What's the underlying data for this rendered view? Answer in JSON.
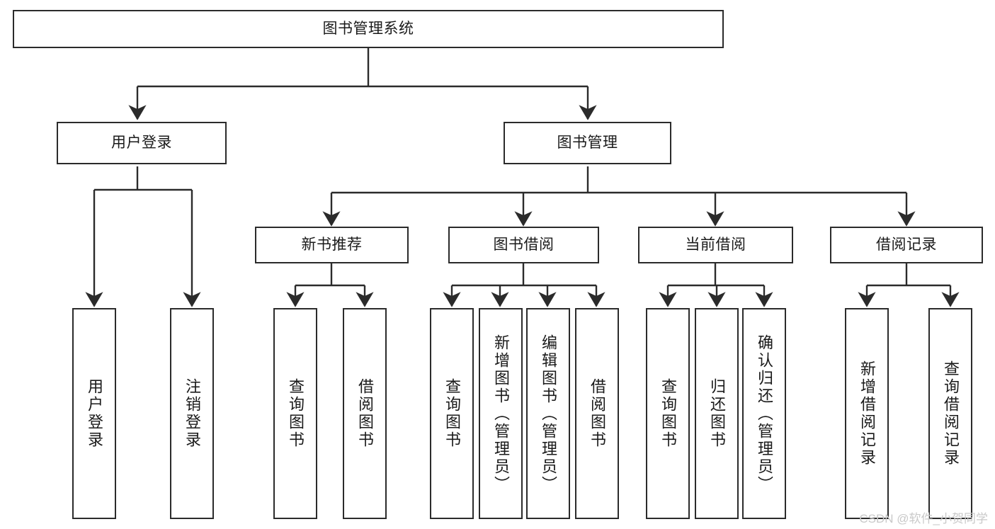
{
  "diagram": {
    "title": "图书管理系统",
    "type": "hierarchy-tree",
    "colors": {
      "box_border": "#2b2b2b",
      "box_fill": "#ffffff",
      "connector": "#2b2b2b",
      "text": "#1a1a1a",
      "watermark": "#c9c9c9"
    },
    "levels": {
      "root": {
        "label": "图书管理系统"
      },
      "level2": [
        {
          "id": "user-login",
          "label": "用户登录"
        },
        {
          "id": "book-management",
          "label": "图书管理"
        }
      ],
      "level3": [
        {
          "id": "new-book-recommend",
          "label": "新书推荐"
        },
        {
          "id": "book-borrow",
          "label": "图书借阅"
        },
        {
          "id": "current-borrow",
          "label": "当前借阅"
        },
        {
          "id": "borrow-record",
          "label": "借阅记录"
        }
      ],
      "leaves": {
        "user_login": [
          {
            "id": "leaf-user-login",
            "label": "用户登录"
          },
          {
            "id": "leaf-logout-login",
            "label": "注销登录"
          }
        ],
        "new_book_recommend": [
          {
            "id": "leaf-query-book-1",
            "label": "查询图书"
          },
          {
            "id": "leaf-borrow-book-1",
            "label": "借阅图书"
          }
        ],
        "book_borrow": [
          {
            "id": "leaf-query-book-2",
            "label": "查询图书"
          },
          {
            "id": "leaf-add-book",
            "label": "新增图书（管理员）"
          },
          {
            "id": "leaf-edit-book",
            "label": "编辑图书（管理员）"
          },
          {
            "id": "leaf-borrow-book-2",
            "label": "借阅图书"
          }
        ],
        "current_borrow": [
          {
            "id": "leaf-query-book-3",
            "label": "查询图书"
          },
          {
            "id": "leaf-return-book",
            "label": "归还图书"
          },
          {
            "id": "leaf-confirm-return",
            "label": "确认归还（管理员）"
          }
        ],
        "borrow_record": [
          {
            "id": "leaf-add-record",
            "label": "新增借阅记录"
          },
          {
            "id": "leaf-query-record",
            "label": "查询借阅记录"
          }
        ]
      }
    },
    "watermark": "CSDN @软件_小贺同学"
  }
}
